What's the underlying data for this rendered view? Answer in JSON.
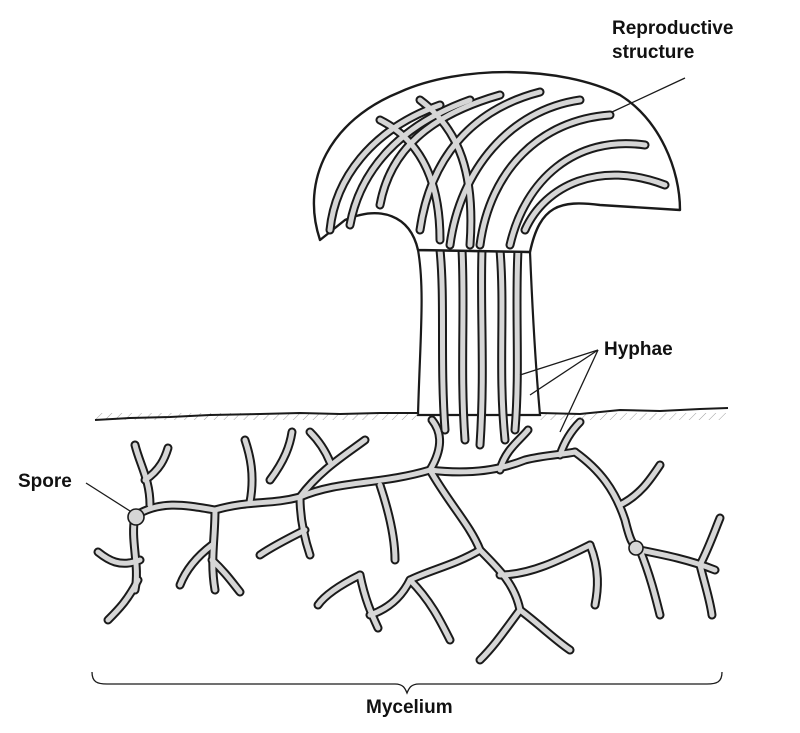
{
  "diagram": {
    "labels": {
      "reproductive_line1": "Reproductive",
      "reproductive_line2": "structure",
      "hyphae": "Hyphae",
      "spore": "Spore",
      "mycelium": "Mycelium"
    },
    "colors": {
      "ink": "#1a1a1a",
      "hypha_fill": "#d6d6d6",
      "background": "#ffffff"
    }
  }
}
